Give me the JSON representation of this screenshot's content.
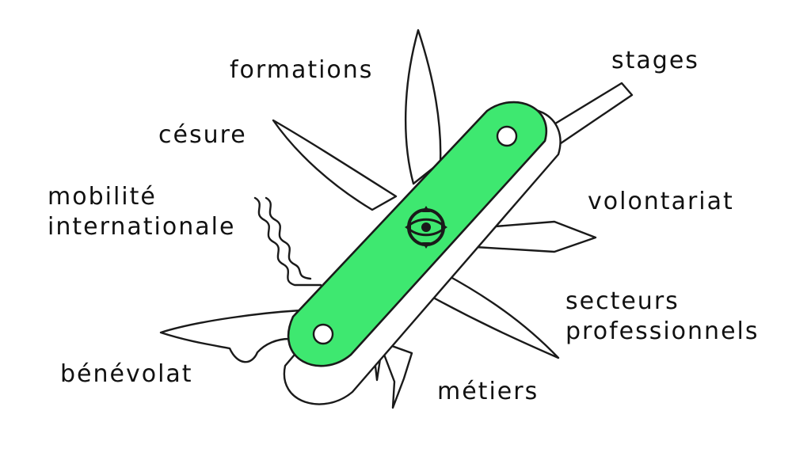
{
  "labels": {
    "formations": "formations",
    "stages": "stages",
    "cesure": "césure",
    "mobilite_line1": "mobilité",
    "mobilite_line2": "internationale",
    "volontariat": "volontariat",
    "secteurs_line1": "secteurs",
    "secteurs_line2": "professionnels",
    "benevolat": "bénévolat",
    "metiers": "métiers"
  },
  "colors": {
    "handle": "#3ee870",
    "ink": "#1a1a1a",
    "background": "#ffffff"
  },
  "icons": {
    "knife_body": "swiss-army-knife-icon",
    "emblem": "eye-compass-icon"
  }
}
